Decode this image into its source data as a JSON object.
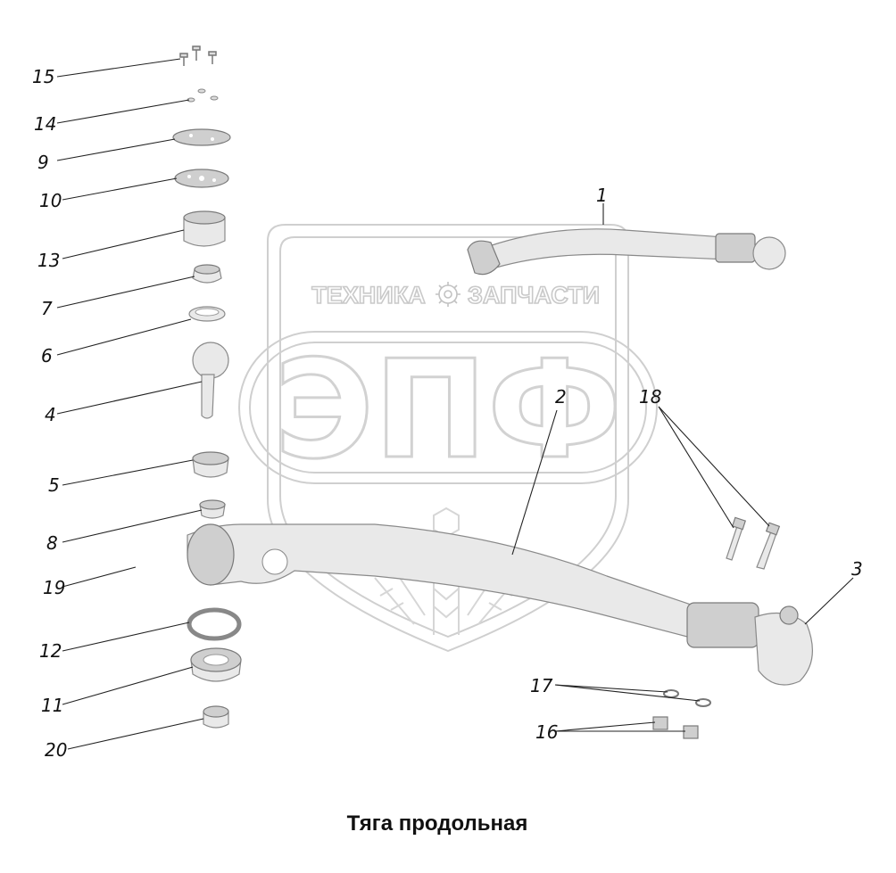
{
  "title": "Тяга продольная",
  "watermark": {
    "line1_left": "ТЕХНИКА",
    "line1_right": "ЗАПЧАСТИ",
    "line2": "ЭПФ",
    "gear_icon": "gear-icon",
    "color": "#cccccc"
  },
  "callouts": {
    "c15": "15",
    "c14": "14",
    "c9": "9",
    "c10": "10",
    "c13": "13",
    "c7": "7",
    "c6": "6",
    "c4": "4",
    "c5": "5",
    "c8": "8",
    "c19": "19",
    "c12": "12",
    "c11": "11",
    "c20": "20",
    "c1": "1",
    "c2": "2",
    "c18": "18",
    "c3": "3",
    "c17": "17",
    "c16": "16"
  }
}
